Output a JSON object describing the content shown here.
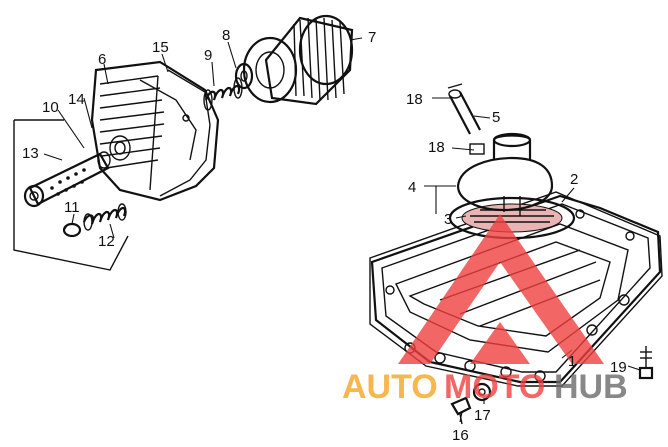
{
  "parts": [
    {
      "id": "p1",
      "label": "1"
    },
    {
      "id": "p2",
      "label": "2"
    },
    {
      "id": "p3",
      "label": "3"
    },
    {
      "id": "p4",
      "label": "4"
    },
    {
      "id": "p5",
      "label": "5"
    },
    {
      "id": "p6",
      "label": "6"
    },
    {
      "id": "p7",
      "label": "7"
    },
    {
      "id": "p8",
      "label": "8"
    },
    {
      "id": "p9",
      "label": "9"
    },
    {
      "id": "p10",
      "label": "10"
    },
    {
      "id": "p11",
      "label": "11"
    },
    {
      "id": "p12",
      "label": "12"
    },
    {
      "id": "p13",
      "label": "13"
    },
    {
      "id": "p14",
      "label": "14"
    },
    {
      "id": "p15",
      "label": "15"
    },
    {
      "id": "p16",
      "label": "16"
    },
    {
      "id": "p17",
      "label": "17"
    },
    {
      "id": "p18a",
      "label": "18"
    },
    {
      "id": "p18b",
      "label": "18"
    },
    {
      "id": "p19",
      "label": "19"
    }
  ],
  "watermark": {
    "text_auto": "AUTO",
    "text_moto": "MOTO",
    "text_hub": "HUB",
    "color_orange": "#f5a623",
    "color_red": "#f04040",
    "color_gray": "#6b6b6b"
  }
}
